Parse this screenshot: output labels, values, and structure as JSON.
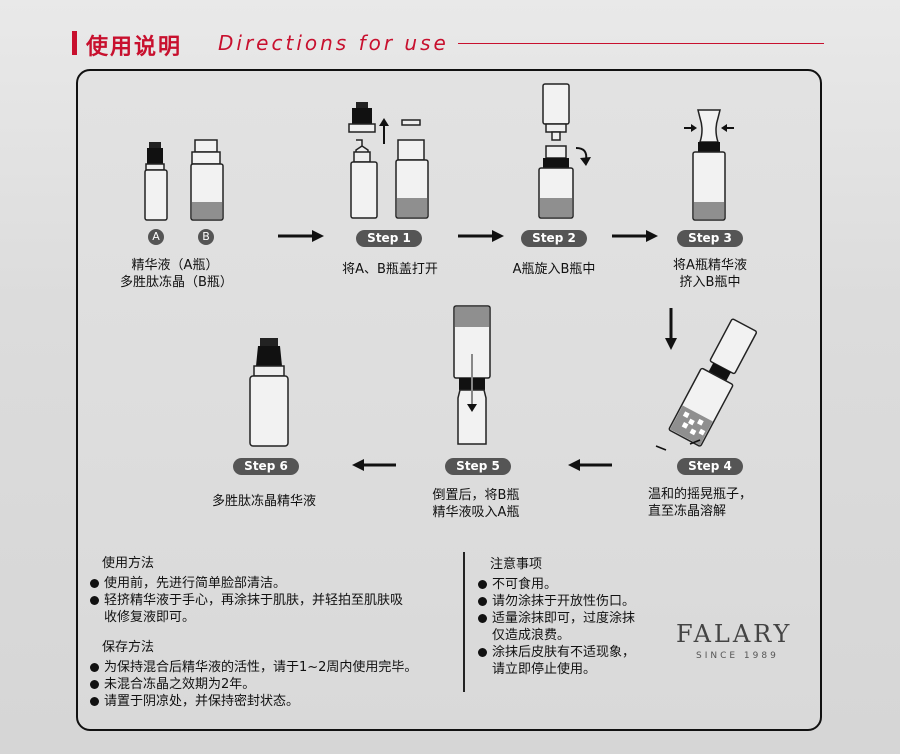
{
  "header": {
    "title_cn": "使用说明",
    "title_en": "Directions for use"
  },
  "colors": {
    "accent": "#c8102e",
    "pill": "#555555",
    "serum": "#8f8f8f"
  },
  "bottle_labels": {
    "a": "A",
    "b": "B"
  },
  "intro_caption": [
    "精华液（A瓶）",
    "多胜肽冻晶（B瓶）"
  ],
  "steps": [
    {
      "label": "Step 1",
      "caption": [
        "将A、B瓶盖打开"
      ]
    },
    {
      "label": "Step 2",
      "caption": [
        "A瓶旋入B瓶中"
      ]
    },
    {
      "label": "Step 3",
      "caption": [
        "将A瓶精华液",
        "挤入B瓶中"
      ]
    },
    {
      "label": "Step 4",
      "caption": [
        "温和的摇晃瓶子，",
        "直至冻晶溶解"
      ]
    },
    {
      "label": "Step 5",
      "caption": [
        "倒置后，将B瓶",
        "精华液吸入A瓶"
      ]
    },
    {
      "label": "Step 6",
      "caption": [
        "多胜肽冻晶精华液"
      ]
    }
  ],
  "usage": {
    "title": "使用方法",
    "items": [
      "使用前，先进行简单脸部清洁。",
      "轻挤精华液于手心，再涂抹于肌肤，并轻拍至肌肤吸",
      "收修复液即可。"
    ]
  },
  "storage": {
    "title": "保存方法",
    "items": [
      "为保持混合后精华液的活性，请于1~2周内使用完毕。",
      "未混合冻晶之效期为2年。",
      "请置于阴凉处，并保持密封状态。"
    ]
  },
  "notes": {
    "title": "注意事项",
    "items": [
      "不可食用。",
      "请勿涂抹于开放性伤口。",
      "适量涂抹即可，过度涂抹",
      "仅造成浪费。",
      "涂抹后皮肤有不适现象，",
      "请立即停止使用。"
    ]
  },
  "brand": {
    "name": "FALARY",
    "since": "SINCE 1989"
  }
}
